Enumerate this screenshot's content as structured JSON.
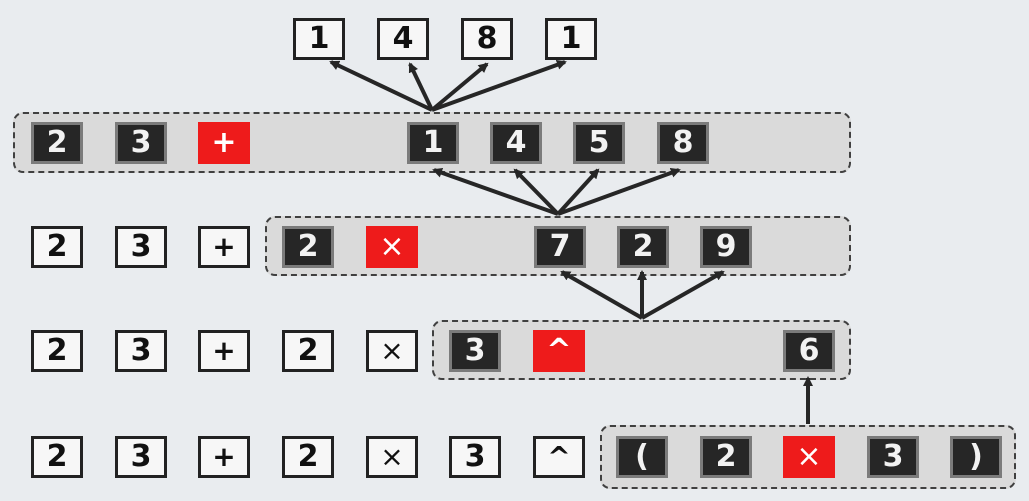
{
  "rows": [
    {
      "name": "row-top-output",
      "tokens": [
        {
          "text": "1",
          "style": "light"
        },
        {
          "text": "4",
          "style": "light"
        },
        {
          "text": "8",
          "style": "light"
        },
        {
          "text": "1",
          "style": "light"
        }
      ]
    },
    {
      "name": "row-1",
      "tokens": [
        {
          "text": "2",
          "style": "dark"
        },
        {
          "text": "3",
          "style": "dark"
        },
        {
          "text": "+",
          "style": "red"
        },
        {
          "text": "1",
          "style": "dark"
        },
        {
          "text": "4",
          "style": "dark"
        },
        {
          "text": "5",
          "style": "dark"
        },
        {
          "text": "8",
          "style": "dark"
        }
      ]
    },
    {
      "name": "row-2",
      "tokens": [
        {
          "text": "2",
          "style": "light"
        },
        {
          "text": "3",
          "style": "light"
        },
        {
          "text": "+",
          "style": "light"
        },
        {
          "text": "2",
          "style": "dark"
        },
        {
          "text": "×",
          "style": "red"
        },
        {
          "text": "7",
          "style": "dark"
        },
        {
          "text": "2",
          "style": "dark"
        },
        {
          "text": "9",
          "style": "dark"
        }
      ]
    },
    {
      "name": "row-3",
      "tokens": [
        {
          "text": "2",
          "style": "light"
        },
        {
          "text": "3",
          "style": "light"
        },
        {
          "text": "+",
          "style": "light"
        },
        {
          "text": "2",
          "style": "light"
        },
        {
          "text": "×",
          "style": "light"
        },
        {
          "text": "3",
          "style": "dark"
        },
        {
          "text": "^",
          "style": "red"
        },
        {
          "text": "6",
          "style": "dark"
        }
      ]
    },
    {
      "name": "row-4",
      "tokens": [
        {
          "text": "2",
          "style": "light"
        },
        {
          "text": "3",
          "style": "light"
        },
        {
          "text": "+",
          "style": "light"
        },
        {
          "text": "2",
          "style": "light"
        },
        {
          "text": "×",
          "style": "light"
        },
        {
          "text": "3",
          "style": "light"
        },
        {
          "text": "^",
          "style": "light"
        },
        {
          "text": "(",
          "style": "dark"
        },
        {
          "text": "2",
          "style": "dark"
        },
        {
          "text": "×",
          "style": "red"
        },
        {
          "text": "3",
          "style": "dark"
        },
        {
          "text": ")",
          "style": "dark"
        }
      ]
    }
  ],
  "colors": {
    "background": "#e9ecef",
    "group_fill": "#dadada",
    "operator_highlight": "#ee1b1b",
    "dark_token": "#262626",
    "light_token": "#f7f7f7",
    "arrow": "#262626"
  }
}
